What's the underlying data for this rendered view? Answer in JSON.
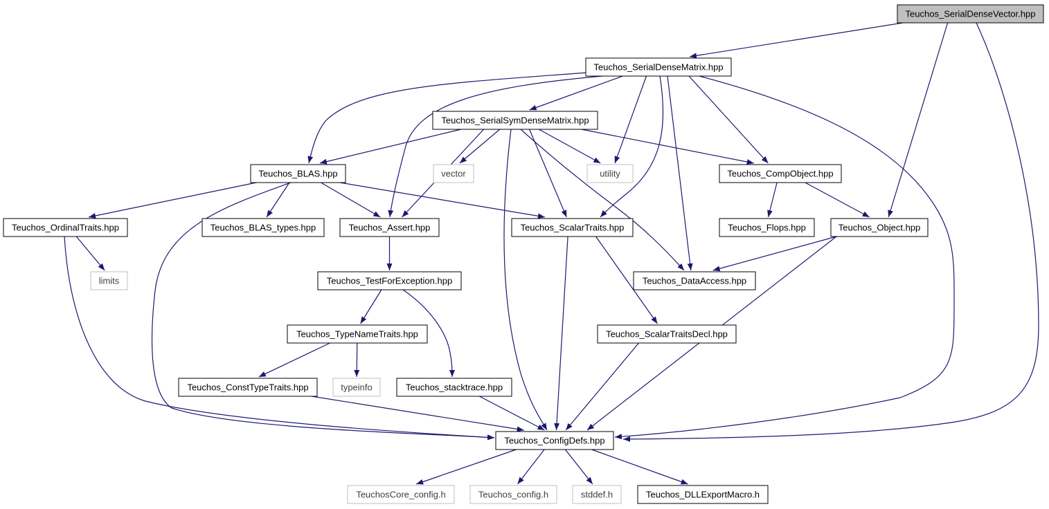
{
  "diagram": {
    "type": "include-dependency-graph",
    "colors": {
      "edge": "#191970",
      "node_border": "#000000",
      "external_border": "#bfbfbf",
      "external_text": "#404040",
      "root_fill": "#bfbfbf",
      "node_fill": "#ffffff"
    },
    "nodes": [
      {
        "id": "serialdensevector",
        "label": "Teuchos_SerialDenseVector.hpp",
        "kind": "root"
      },
      {
        "id": "serialdensematrix",
        "label": "Teuchos_SerialDenseMatrix.hpp",
        "kind": "file"
      },
      {
        "id": "serialsymdensematrix",
        "label": "Teuchos_SerialSymDenseMatrix.hpp",
        "kind": "file"
      },
      {
        "id": "blas",
        "label": "Teuchos_BLAS.hpp",
        "kind": "file"
      },
      {
        "id": "vector",
        "label": "vector",
        "kind": "external"
      },
      {
        "id": "utility",
        "label": "utility",
        "kind": "external"
      },
      {
        "id": "compobject",
        "label": "Teuchos_CompObject.hpp",
        "kind": "file"
      },
      {
        "id": "ordinaltraits",
        "label": "Teuchos_OrdinalTraits.hpp",
        "kind": "file"
      },
      {
        "id": "blastypes",
        "label": "Teuchos_BLAS_types.hpp",
        "kind": "file"
      },
      {
        "id": "assert",
        "label": "Teuchos_Assert.hpp",
        "kind": "file"
      },
      {
        "id": "scalartraits",
        "label": "Teuchos_ScalarTraits.hpp",
        "kind": "file"
      },
      {
        "id": "flops",
        "label": "Teuchos_Flops.hpp",
        "kind": "file"
      },
      {
        "id": "object",
        "label": "Teuchos_Object.hpp",
        "kind": "file"
      },
      {
        "id": "limits",
        "label": "limits",
        "kind": "external"
      },
      {
        "id": "testforexception",
        "label": "Teuchos_TestForException.hpp",
        "kind": "file"
      },
      {
        "id": "dataaccess",
        "label": "Teuchos_DataAccess.hpp",
        "kind": "file"
      },
      {
        "id": "typenametraits",
        "label": "Teuchos_TypeNameTraits.hpp",
        "kind": "file"
      },
      {
        "id": "scalartraitsdecl",
        "label": "Teuchos_ScalarTraitsDecl.hpp",
        "kind": "file"
      },
      {
        "id": "consttypetraits",
        "label": "Teuchos_ConstTypeTraits.hpp",
        "kind": "file"
      },
      {
        "id": "typeinfo",
        "label": "typeinfo",
        "kind": "external"
      },
      {
        "id": "stacktrace",
        "label": "Teuchos_stacktrace.hpp",
        "kind": "file"
      },
      {
        "id": "configdefs",
        "label": "Teuchos_ConfigDefs.hpp",
        "kind": "file"
      },
      {
        "id": "teuchoscore_config",
        "label": "TeuchosCore_config.h",
        "kind": "external"
      },
      {
        "id": "teuchos_config",
        "label": "Teuchos_config.h",
        "kind": "external"
      },
      {
        "id": "stddef",
        "label": "stddef.h",
        "kind": "external"
      },
      {
        "id": "dllexportmacro",
        "label": "Teuchos_DLLExportMacro.h",
        "kind": "file"
      }
    ],
    "edges": [
      {
        "from": "serialdensevector",
        "to": "serialdensematrix"
      },
      {
        "from": "serialdensevector",
        "to": "object"
      },
      {
        "from": "serialdensevector",
        "to": "configdefs"
      },
      {
        "from": "serialdensematrix",
        "to": "blas"
      },
      {
        "from": "serialdensematrix",
        "to": "assert"
      },
      {
        "from": "serialdensematrix",
        "to": "serialsymdensematrix"
      },
      {
        "from": "serialdensematrix",
        "to": "utility"
      },
      {
        "from": "serialdensematrix",
        "to": "scalartraits"
      },
      {
        "from": "serialdensematrix",
        "to": "dataaccess"
      },
      {
        "from": "serialdensematrix",
        "to": "compobject"
      },
      {
        "from": "serialdensematrix",
        "to": "configdefs"
      },
      {
        "from": "serialsymdensematrix",
        "to": "blas"
      },
      {
        "from": "serialsymdensematrix",
        "to": "assert"
      },
      {
        "from": "serialsymdensematrix",
        "to": "vector"
      },
      {
        "from": "serialsymdensematrix",
        "to": "utility"
      },
      {
        "from": "serialsymdensematrix",
        "to": "compobject"
      },
      {
        "from": "serialsymdensematrix",
        "to": "scalartraits"
      },
      {
        "from": "serialsymdensematrix",
        "to": "dataaccess"
      },
      {
        "from": "serialsymdensematrix",
        "to": "configdefs"
      },
      {
        "from": "blas",
        "to": "ordinaltraits"
      },
      {
        "from": "blas",
        "to": "blastypes"
      },
      {
        "from": "blas",
        "to": "assert"
      },
      {
        "from": "blas",
        "to": "scalartraits"
      },
      {
        "from": "blas",
        "to": "configdefs"
      },
      {
        "from": "compobject",
        "to": "flops"
      },
      {
        "from": "compobject",
        "to": "object"
      },
      {
        "from": "ordinaltraits",
        "to": "limits"
      },
      {
        "from": "ordinaltraits",
        "to": "configdefs"
      },
      {
        "from": "assert",
        "to": "testforexception"
      },
      {
        "from": "scalartraits",
        "to": "scalartraitsdecl"
      },
      {
        "from": "scalartraits",
        "to": "configdefs"
      },
      {
        "from": "object",
        "to": "dataaccess"
      },
      {
        "from": "object",
        "to": "configdefs"
      },
      {
        "from": "testforexception",
        "to": "typenametraits"
      },
      {
        "from": "testforexception",
        "to": "stacktrace"
      },
      {
        "from": "typenametraits",
        "to": "consttypetraits"
      },
      {
        "from": "typenametraits",
        "to": "typeinfo"
      },
      {
        "from": "scalartraitsdecl",
        "to": "configdefs"
      },
      {
        "from": "consttypetraits",
        "to": "configdefs"
      },
      {
        "from": "stacktrace",
        "to": "configdefs"
      },
      {
        "from": "configdefs",
        "to": "teuchoscore_config"
      },
      {
        "from": "configdefs",
        "to": "teuchos_config"
      },
      {
        "from": "configdefs",
        "to": "stddef"
      },
      {
        "from": "configdefs",
        "to": "dllexportmacro"
      }
    ]
  }
}
